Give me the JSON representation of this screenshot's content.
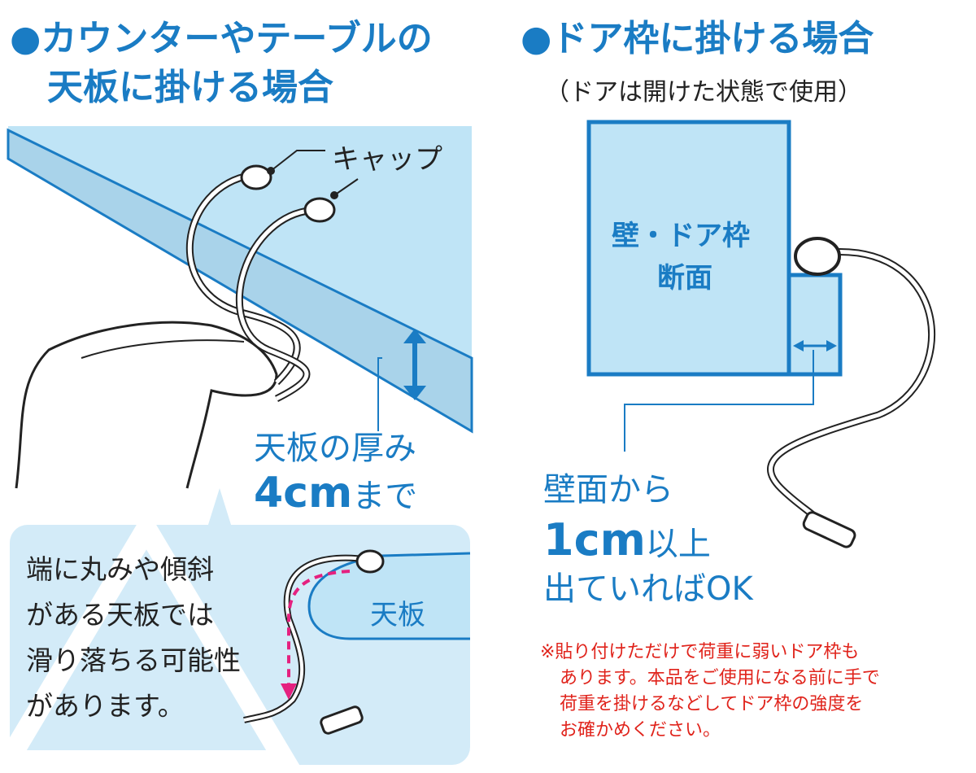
{
  "left": {
    "heading_line1": "●カウンターやテーブルの",
    "heading_line2": "天板に掛ける場合",
    "cap_label": "キャップ",
    "thickness_label": "天板の厚み",
    "thickness_value": "4cm",
    "thickness_suffix": "まで",
    "warning": {
      "lines": [
        "端に丸みや傾斜",
        "がある天板では",
        "滑り落ちる可能性",
        "があります。"
      ],
      "board_label": "天板"
    }
  },
  "right": {
    "heading": "●ドア枠に掛ける場合",
    "subheading": "（ドアは開けた状態で使用）",
    "wall_label_line1": "壁・ドア枠",
    "wall_label_line2": "断面",
    "distance_line1": "壁面から",
    "distance_value": "1cm",
    "distance_suffix": "以上",
    "distance_line3": "出ていればOK",
    "note_lines": [
      "※貼り付けただけで荷重に弱いドア枠も",
      "あります。本品をご使用になる前に手で",
      "荷重を掛けるなどしてドア枠の強度を",
      "お確かめください。"
    ]
  },
  "colors": {
    "accent": "#1a7cc4",
    "light": "#bfe4f6",
    "warning": "#e0231b",
    "arrow_pink": "#e5217f"
  }
}
